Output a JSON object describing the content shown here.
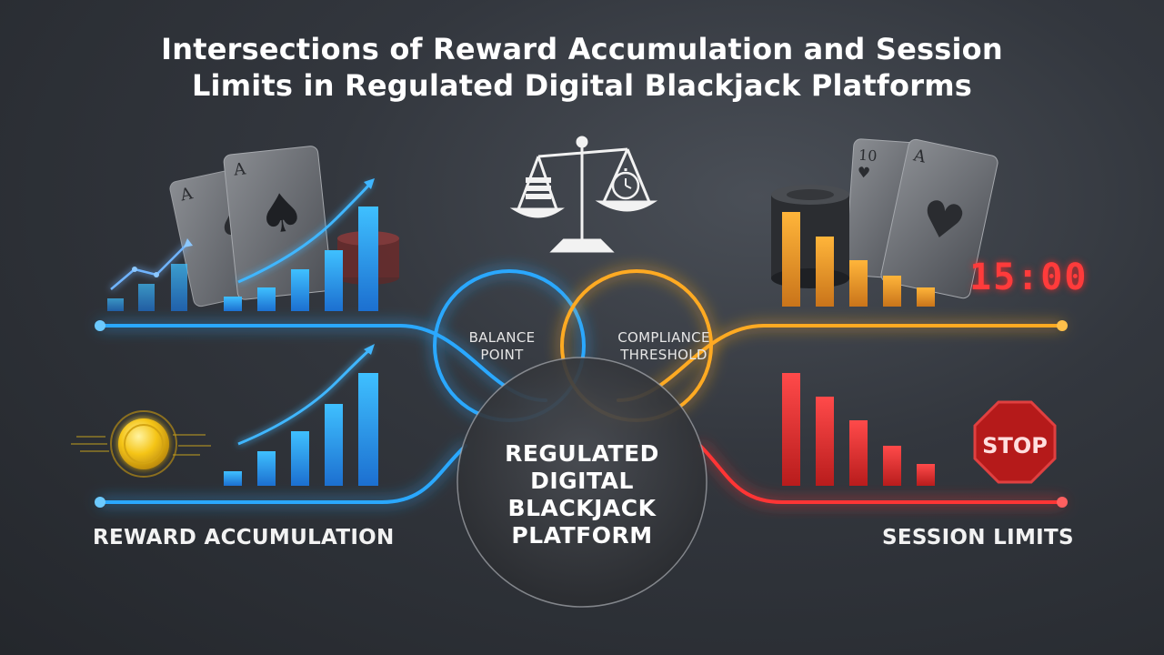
{
  "title": {
    "line1": "Intersections of Reward Accumulation and Session",
    "line2": "Limits in Regulated Digital Blackjack Platforms"
  },
  "left_label": "REWARD ACCUMULATION",
  "right_label": "SESSION LIMITS",
  "balance": {
    "line1": "BALANCE",
    "line2": "POINT"
  },
  "compliance": {
    "line1": "COMPLIANCE",
    "line2": "THRESHOLD"
  },
  "center": {
    "line1": "REGULATED",
    "line2": "DIGITAL",
    "line3": "BLACKJACK",
    "line4": "PLATFORM"
  },
  "timer": "15:00",
  "stop_sign": "STOP",
  "cards": {
    "left_back_rank": "A",
    "left_front_rank": "A",
    "right_back_rank": "10",
    "right_front_rank": "A"
  },
  "colors": {
    "reward_blue": "#2aa8ff",
    "compliance_orange": "#ffaa22",
    "limit_red": "#ff3535",
    "gold": "#f5c518"
  },
  "icons": [
    "scale-icon",
    "stopwatch-icon",
    "coin-icon",
    "stop-sign-icon",
    "trend-arrow-icon",
    "poker-chips-icon",
    "playing-card-icon"
  ]
}
